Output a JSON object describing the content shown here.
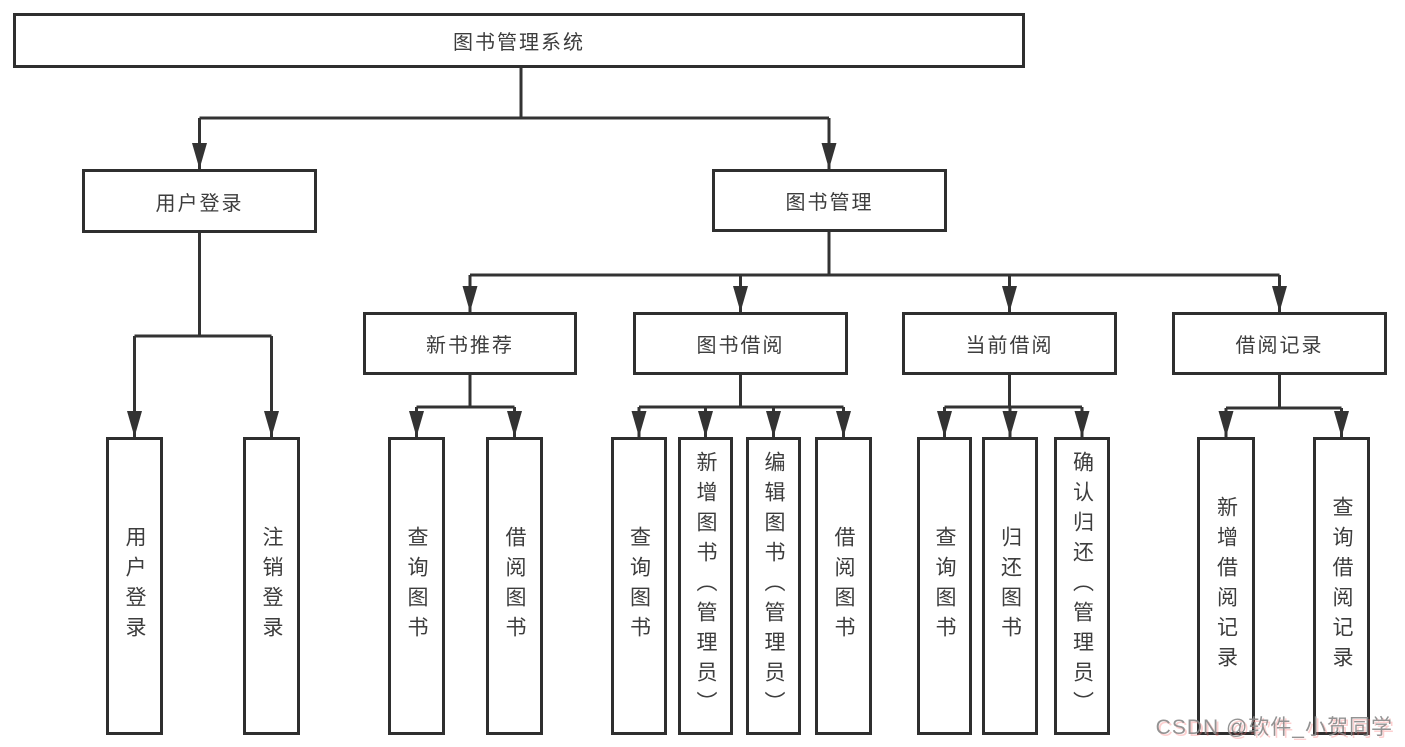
{
  "diagram": {
    "root": "图书管理系统",
    "level2": [
      "用户登录",
      "图书管理"
    ],
    "level3": [
      "新书推荐",
      "图书借阅",
      "当前借阅",
      "借阅记录"
    ],
    "leaves": [
      "用户登录",
      "注销登录",
      "查询图书",
      "借阅图书",
      "查询图书",
      "新增图书（管理员）",
      "编辑图书（管理员）",
      "借阅图书",
      "查询图书",
      "归还图书",
      "确认归还（管理员）",
      "新增借阅记录",
      "查询借阅记录"
    ],
    "structure": {
      "图书管理系统": [
        "用户登录",
        "图书管理"
      ],
      "用户登录": [
        "用户登录",
        "注销登录"
      ],
      "图书管理": [
        "新书推荐",
        "图书借阅",
        "当前借阅",
        "借阅记录"
      ],
      "新书推荐": [
        "查询图书",
        "借阅图书"
      ],
      "图书借阅": [
        "查询图书",
        "新增图书（管理员）",
        "编辑图书（管理员）",
        "借阅图书"
      ],
      "当前借阅": [
        "查询图书",
        "归还图书",
        "确认归还（管理员）"
      ],
      "借阅记录": [
        "新增借阅记录",
        "查询借阅记录"
      ]
    }
  },
  "watermark": "CSDN @软件_小贺同学",
  "colors": {
    "line": "#333333",
    "box_border": "#2f2f2f",
    "text": "#3d3d3d",
    "background": "#ffffff",
    "watermark": "#8a8a8a"
  }
}
